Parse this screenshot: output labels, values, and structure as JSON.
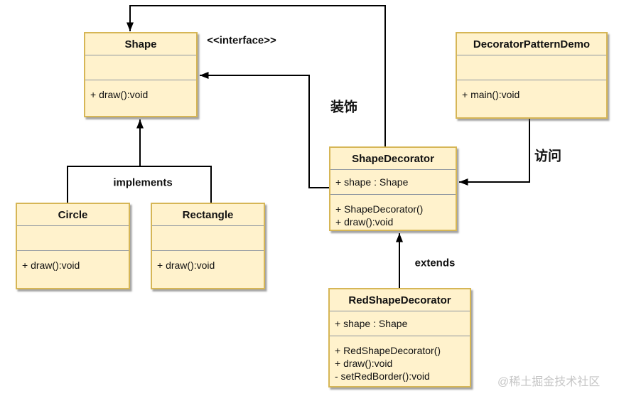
{
  "diagram": {
    "classes": {
      "shape": {
        "name": "Shape",
        "stereotype": "<<interface>>",
        "attributes": [],
        "methods": [
          "+ draw():void"
        ]
      },
      "circle": {
        "name": "Circle",
        "attributes": [],
        "methods": [
          "+ draw():void"
        ]
      },
      "rectangle": {
        "name": "Rectangle",
        "attributes": [],
        "methods": [
          "+ draw():void"
        ]
      },
      "shape_decorator": {
        "name": "ShapeDecorator",
        "attributes": [
          "+ shape : Shape"
        ],
        "methods": [
          "+ ShapeDecorator()",
          "+ draw():void"
        ]
      },
      "red_shape_decorator": {
        "name": "RedShapeDecorator",
        "attributes": [
          "+ shape : Shape"
        ],
        "methods": [
          "+ RedShapeDecorator()",
          "+ draw():void",
          "- setRedBorder():void"
        ]
      },
      "demo": {
        "name": "DecoratorPatternDemo",
        "attributes": [],
        "methods": [
          "+ main():void"
        ]
      }
    },
    "labels": {
      "interface_stereotype": "<<interface>>",
      "implements": "implements",
      "decorate": "装饰",
      "access": "访问",
      "extends": "extends"
    },
    "watermark": "@稀土掘金技术社区",
    "colors": {
      "box_fill": "#FFF2CC",
      "box_border": "#D6B656",
      "line": "#000000",
      "separator": "#8e96a0",
      "watermark_text": "#c6c6c6"
    }
  }
}
